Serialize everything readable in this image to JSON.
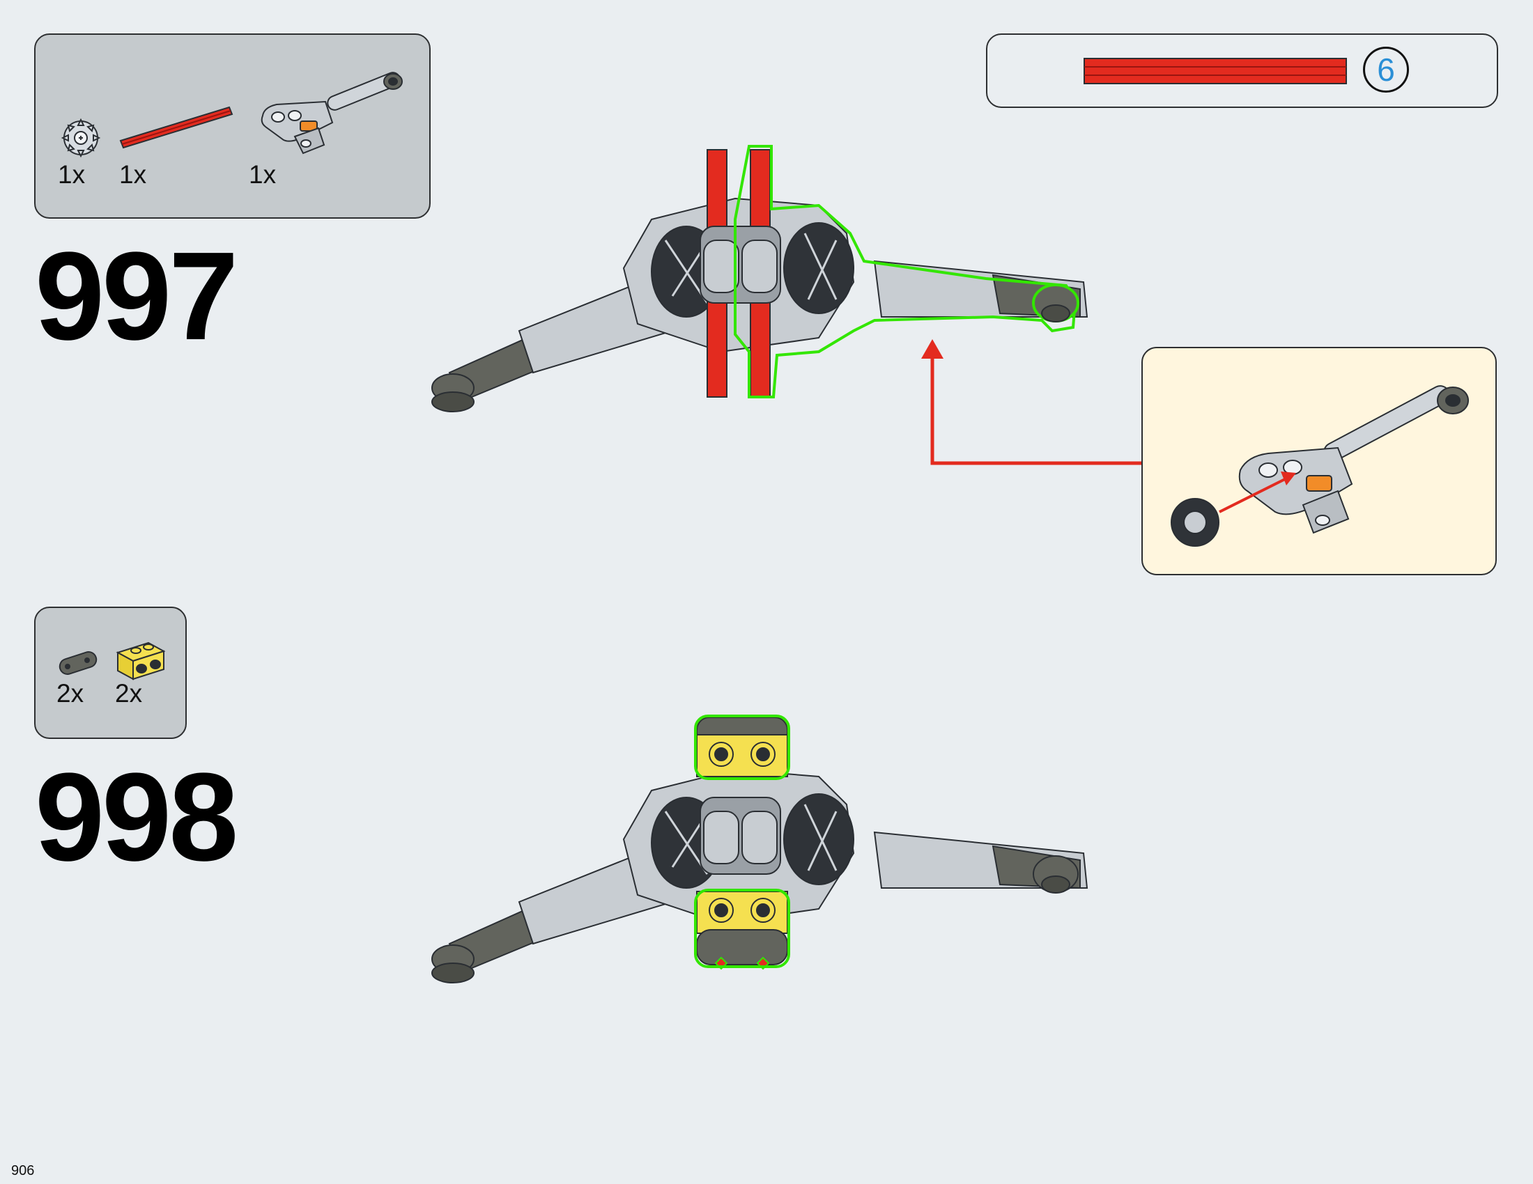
{
  "steps": [
    {
      "number": "997",
      "parts": [
        {
          "icon": "gear-12-tooth-icon",
          "qty": "1x"
        },
        {
          "icon": "red-axle-icon",
          "qty": "1x"
        },
        {
          "icon": "liftarm-subassembly-icon",
          "qty": "1x"
        }
      ]
    },
    {
      "number": "998",
      "parts": [
        {
          "icon": "dark-gray-liftarm-icon",
          "qty": "2x"
        },
        {
          "icon": "yellow-technic-brick-icon",
          "qty": "2x"
        }
      ]
    }
  ],
  "axle_reference": {
    "length": "6"
  },
  "page_number": "906",
  "colors": {
    "background": "#eaeef1",
    "parts_box": "#c5cacd",
    "subassembly_box": "#fff6de",
    "highlight": "#33e600",
    "axle_red": "#e32b1f",
    "brick_yellow": "#f5e050",
    "length_circle_text": "#2a8fd6"
  }
}
